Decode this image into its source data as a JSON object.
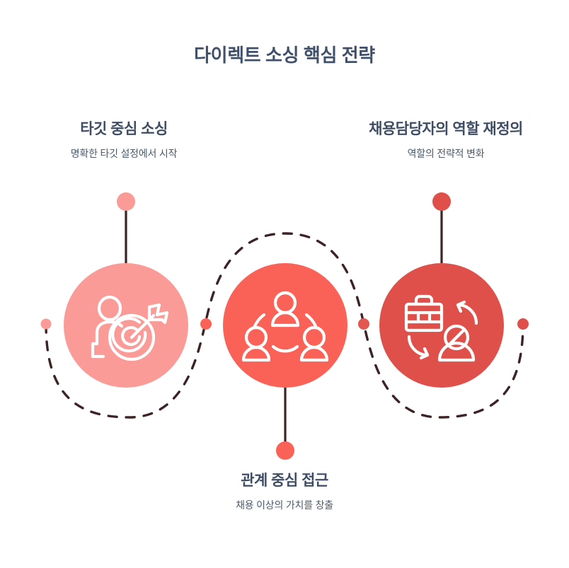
{
  "title": "다이렉트 소싱 핵심 전략",
  "theme": {
    "text_dark": "#3e4d63",
    "text_sub": "#4a5a6e",
    "curve": "#3b2326",
    "circle_1": "#fb9b98",
    "circle_2": "#fa6257",
    "circle_3": "#de5049",
    "icon_stroke": "#ffffff",
    "background": "#ffffff"
  },
  "nodes": [
    {
      "id": "node-1",
      "heading": "타깃 중심 소싱",
      "sub": "명확한 타깃 설정에서 시작",
      "icon": "person-target-arrow-icon",
      "color": "#fb9b98",
      "position": "left"
    },
    {
      "id": "node-2",
      "heading": "관계 중심 접근",
      "sub": "채용 이상의 가치를 창출",
      "icon": "people-network-icon",
      "color": "#fa6257",
      "position": "center"
    },
    {
      "id": "node-3",
      "heading": "채용담당자의 역할 재정의",
      "sub": "역할의 전략적 변화",
      "icon": "briefcase-person-exchange-icon",
      "color": "#de5049",
      "position": "right"
    }
  ],
  "connectors": {
    "stem_color": "#3b2326",
    "dots": [
      {
        "name": "curve-start-dot",
        "color": "#fb9b98"
      },
      {
        "name": "curve-mid-dot-1",
        "color": "#fa6257"
      },
      {
        "name": "curve-mid-dot-2",
        "color": "#e2574f"
      },
      {
        "name": "curve-end-dot",
        "color": "#de5049"
      },
      {
        "name": "stem-dot-node-1",
        "color": "#fb9b98"
      },
      {
        "name": "stem-dot-node-2",
        "color": "#fa6257"
      },
      {
        "name": "stem-dot-node-3",
        "color": "#de5049"
      }
    ]
  }
}
